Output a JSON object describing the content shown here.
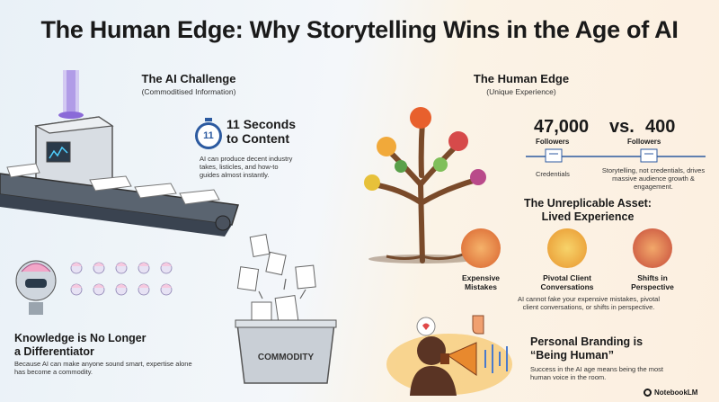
{
  "title": "The Human Edge: Why Storytelling Wins in the Age of AI",
  "left": {
    "heading": "The AI Challenge",
    "subheading": "(Commoditised Information)",
    "timer": {
      "value": "11",
      "headline_1": "11 Seconds",
      "headline_2": "to Content",
      "description": "AI can produce decent industry takes, listicles, and how-to guides almost instantly."
    },
    "knowledge": {
      "headline_1": "Knowledge is No Longer",
      "headline_2": "a Differentiator",
      "description": "Because AI can make anyone sound smart, expertise alone has become a commodity."
    },
    "bin_label": "COMMODITY"
  },
  "right": {
    "heading": "The Human Edge",
    "subheading": "(Unique Experience)",
    "stat_left": "47,000",
    "stat_vs": "vs.",
    "stat_right": "400",
    "followers_left": "Followers",
    "followers_right": "Followers",
    "caption_left": "Credentials",
    "caption_right": "Storytelling, not credentials, drives massive audience growth & engagement.",
    "asset_title_1": "The Unreplicable Asset:",
    "asset_title_2": "Lived Experience",
    "assets": [
      {
        "label_1": "Expensive",
        "label_2": "Mistakes"
      },
      {
        "label_1": "Pivotal Client",
        "label_2": "Conversations"
      },
      {
        "label_1": "Shifts in",
        "label_2": "Perspective"
      }
    ],
    "asset_desc_1": "AI cannot fake your expensive mistakes, pivotal",
    "asset_desc_2": "client conversations, or shifts in perspective.",
    "branding_1": "Personal Branding is",
    "branding_2": "“Being Human”",
    "branding_desc": "Success in the AI age means being the most human voice in the room."
  },
  "footer": "NotebookLM",
  "colors": {
    "accent_blue": "#2c5aa0",
    "accent_orange": "#e8893a",
    "conveyor": "#3a4350"
  }
}
